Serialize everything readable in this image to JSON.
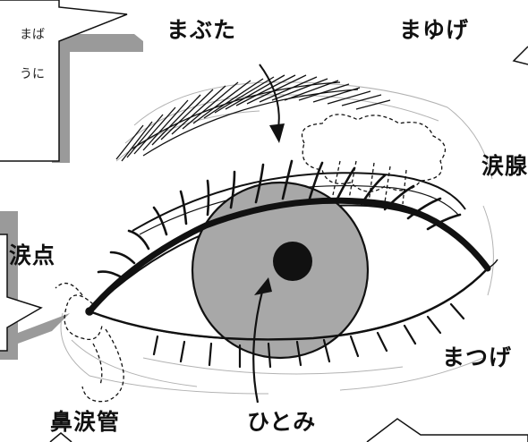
{
  "labels": {
    "mabuta": "まぶた",
    "mayuge": "まゆげ",
    "ruisen": "涙腺",
    "ruiten": "涙点",
    "matsuge": "まつげ",
    "biruikan": "鼻涙管",
    "hitomi": "ひとみ"
  },
  "callout": {
    "line1_fragment": "まば",
    "line2_fragment": "うに"
  },
  "colors": {
    "line": "#111111",
    "iris": "#a8a8a8",
    "pupil": "#111111",
    "shadow": "#9a9a9a",
    "background": "#ffffff"
  }
}
